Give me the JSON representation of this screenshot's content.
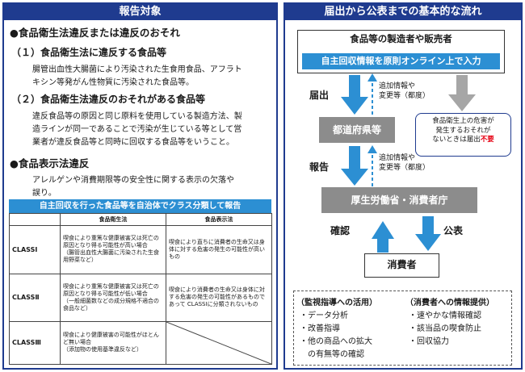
{
  "left": {
    "title": "報告対象",
    "section1_heading": "●食品衛生法違反または違反のおそれ",
    "sub1_heading": "（１）食品衛生法に違反する食品等",
    "sub1_text_l1": "腸管出血性大腸菌により汚染された生食用食品、アフラト",
    "sub1_text_l2": "キシン等発がん性物質に汚染された食品等。",
    "sub2_heading": "（２）食品衛生法違反のおそれがある食品等",
    "sub2_text_l1": "違反食品等の原因と同じ原料を使用している製造方法、製",
    "sub2_text_l2": "造ラインが同一であることで汚染が生じている等として営",
    "sub2_text_l3": "業者が違反食品等と同時に回収する食品等をいうこと。",
    "section2_heading": "●食品表示法違反",
    "section2_text_l1": "アレルゲンや消費期限等の安全性に関する表示の欠落や",
    "section2_text_l2": "誤り。",
    "table_banner": "自主回収を行った食品等を自治体でクラス分類して報告",
    "table": {
      "col1": "食品衛生法",
      "col2": "食品表示法",
      "rows": [
        {
          "label": "CLASSⅠ",
          "hygiene": "喫食により重篤な健康被害又は死亡の原因となり得る可能性が高い場合\n（腸管出血性大腸菌に汚染された生食用野菜など）",
          "labeling": "喫食により直ちに消費者の生命又は身体に対する危害の発生の可能性が高いもの"
        },
        {
          "label": "CLASSⅡ",
          "hygiene": "喫食により重篤な健康被害又は死亡の原因となり得る可能性が低い場合\n（一般細菌数などの成分規格不適合の食品など）",
          "labeling": "喫食により消費者の生命又は身体に対する危害の発生の可能性があるものであって CLASSⅠに分類されないもの"
        },
        {
          "label": "CLASSⅢ",
          "hygiene": "喫食により健康被害の可能性がほとんど無い場合\n（添加物の使用基準違反など）",
          "labeling": ""
        }
      ]
    }
  },
  "right": {
    "title": "届出から公表までの基本的な流れ",
    "manufacturer": "食品等の製造者や販売者",
    "online_bar": "自主回収情報を原則オンライン上で入力",
    "todoke_label": "届出",
    "add_info_1": "追加情報や\n変更等（都度）",
    "prefecture": "都道府県等",
    "note_text": "食品衛生上の危害が\n発生するおそれが\nないときは届出",
    "note_emph": "不要",
    "houkoku_label": "報告",
    "add_info_2": "追加情報や\n変更等（都度）",
    "ministry": "厚生労働省・消費者庁",
    "kakunin_label": "確認",
    "kohyo_label": "公表",
    "consumer": "消費者",
    "guide": {
      "title": "（監視指導への活用）",
      "items": [
        "・データ分析",
        "・改善指導",
        "・他の商品への拡大",
        "　の有無等の確認"
      ]
    },
    "info": {
      "title": "（消費者への情報提供）",
      "items": [
        "・速やかな情報確認",
        "・該当品の喫食防止",
        "・回収協力"
      ]
    },
    "colors": {
      "navy": "#1f3b8f",
      "blue": "#2c8fd3",
      "gray": "#8c8c8c",
      "red": "#e60012"
    }
  }
}
